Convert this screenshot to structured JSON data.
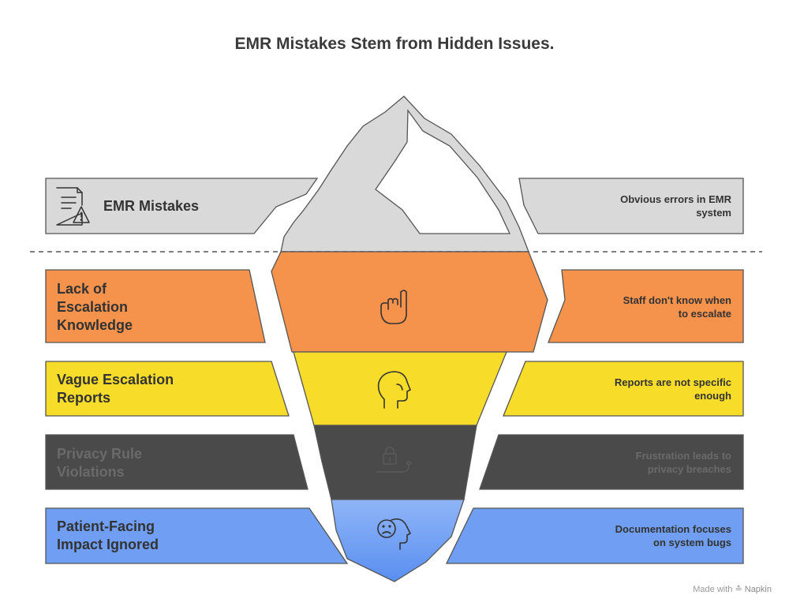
{
  "title": "EMR Mistakes Stem from Hidden Issues.",
  "colors": {
    "gray": "#d9d9d9",
    "orange": "#f5924c",
    "yellow": "#f7dd2a",
    "dark": "#4a4a4a",
    "blue": "#6f9ef2",
    "outline": "#555555",
    "text_dark": "#333333",
    "text_muted": "#6a6a6a"
  },
  "layers": [
    {
      "label": "EMR Mistakes",
      "description": "Obvious errors in EMR\nsystem",
      "icon": "document-warning-icon"
    },
    {
      "label": "Lack of\nEscalation\nKnowledge",
      "description": "Staff don't know when\nto escalate",
      "icon": "pointing-hand-icon"
    },
    {
      "label": "Vague Escalation\nReports",
      "description": "Reports are not specific\nenough",
      "icon": "head-profile-icon"
    },
    {
      "label": "Privacy Rule\nViolations",
      "description": "Frustration leads to\nprivacy breaches",
      "icon": "padlock-icon"
    },
    {
      "label": "Patient-Facing\nImpact Ignored",
      "description": "Documentation focuses\non system bugs",
      "icon": "sad-face-icon"
    }
  ],
  "credit": {
    "prefix": "Made with",
    "brand": "Napkin"
  }
}
